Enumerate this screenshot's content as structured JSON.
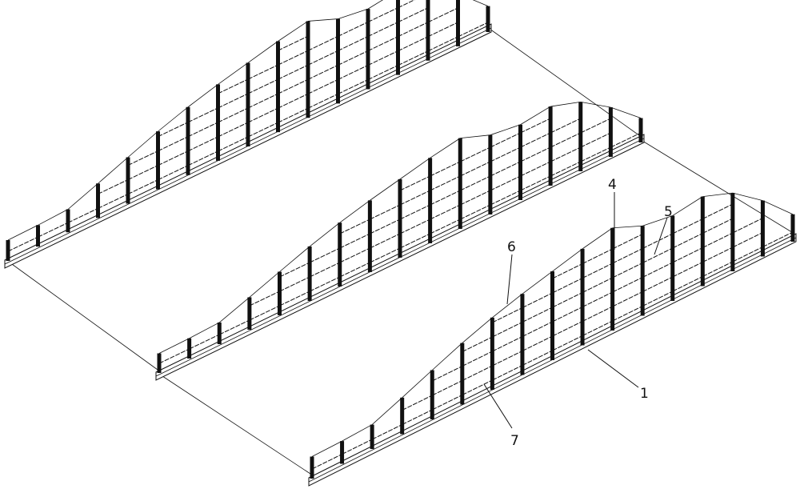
{
  "figure": {
    "callouts": [
      {
        "id": "label-4",
        "text": "4"
      },
      {
        "id": "label-5",
        "text": "5"
      },
      {
        "id": "label-6",
        "text": "6"
      },
      {
        "id": "label-1",
        "text": "1"
      },
      {
        "id": "label-7",
        "text": "7"
      }
    ],
    "fence_count": 3,
    "line_color": "#111111"
  }
}
